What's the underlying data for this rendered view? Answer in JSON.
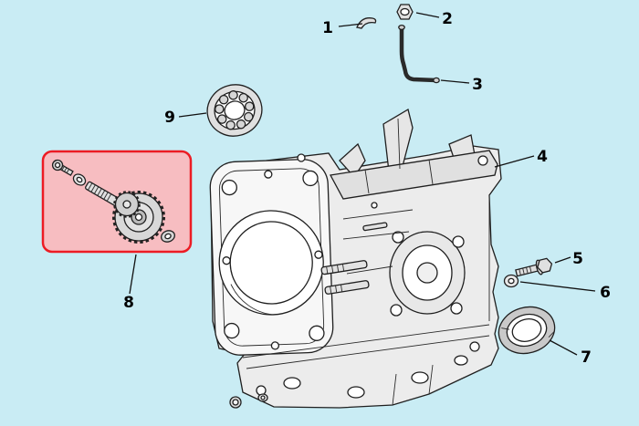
{
  "diagram": {
    "title": "exploded-engine-crankcase-parts-diagram",
    "callouts": [
      {
        "label": "1"
      },
      {
        "label": "2"
      },
      {
        "label": "3"
      },
      {
        "label": "4"
      },
      {
        "label": "5"
      },
      {
        "label": "6"
      },
      {
        "label": "7"
      },
      {
        "label": "8"
      },
      {
        "label": "9"
      }
    ],
    "colors": {
      "background": "#c9ecf4",
      "highlight_fill": "#f7bdc1",
      "highlight_border": "#ec1c24",
      "line_color": "#1f1f1f"
    }
  }
}
